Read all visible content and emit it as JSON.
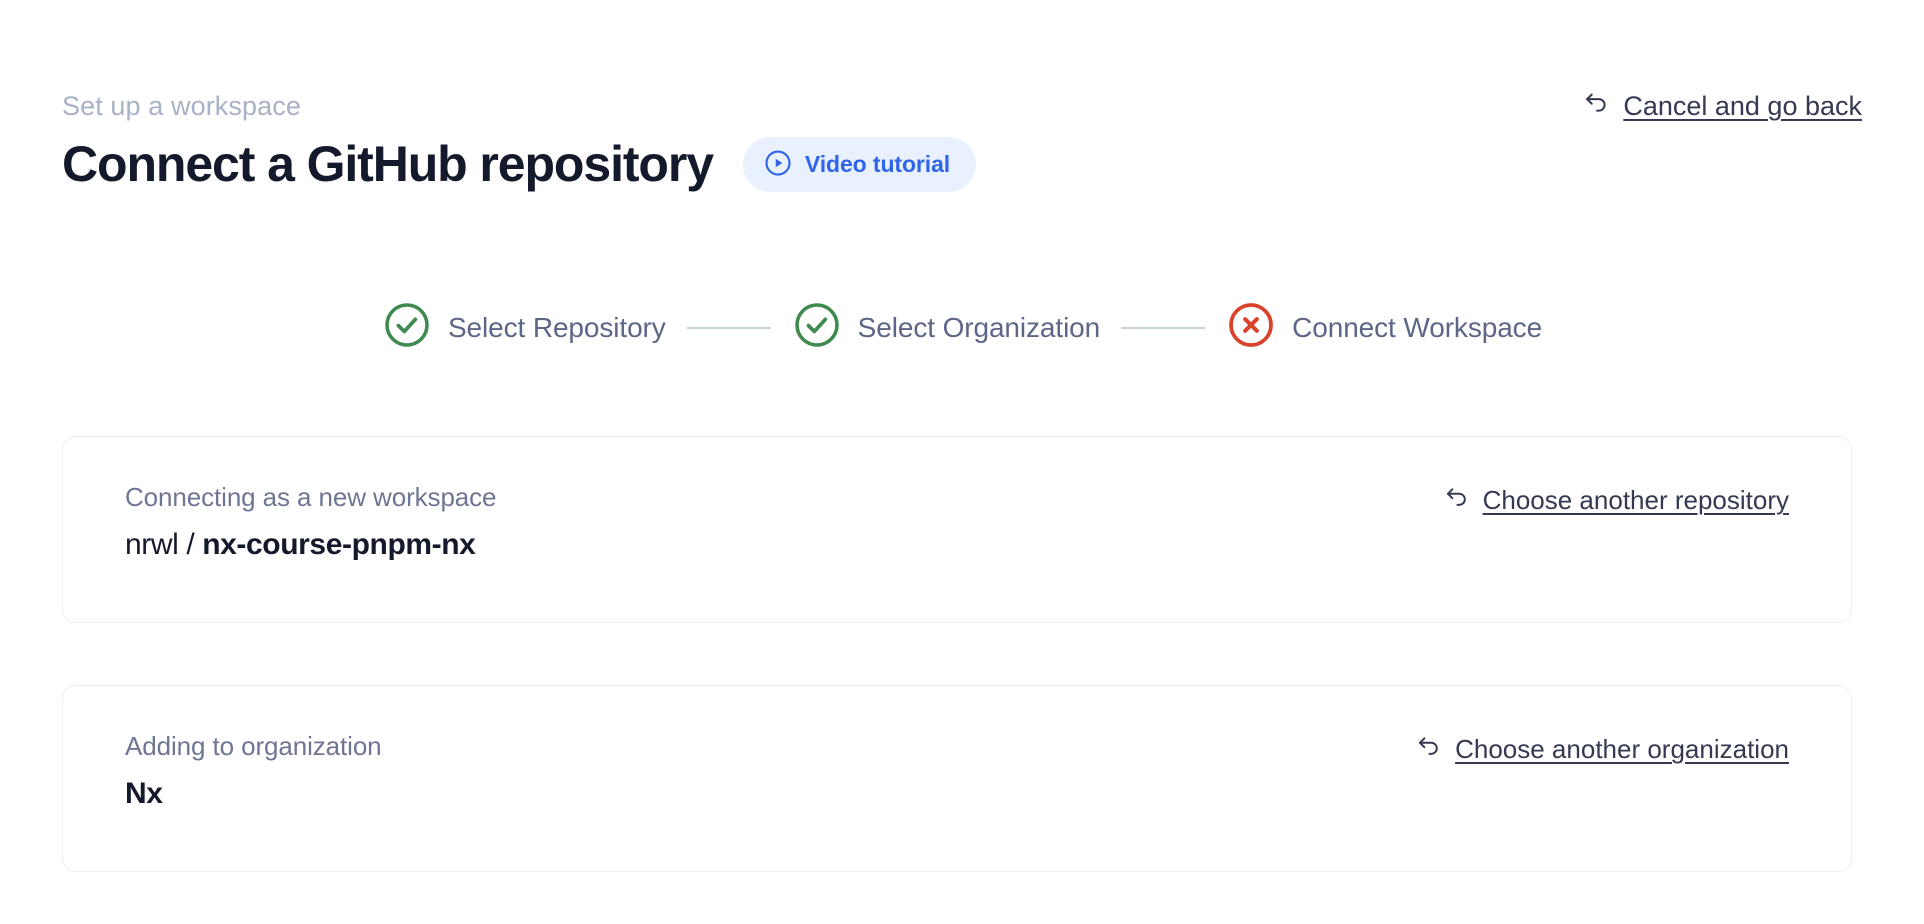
{
  "header": {
    "eyebrow": "Set up a workspace",
    "title": "Connect a GitHub repository",
    "video_badge": {
      "label": "Video tutorial",
      "icon": "play-circle-icon",
      "bg_color": "#e9f0fe",
      "text_color": "#2f65e8"
    },
    "cancel_link": {
      "label": "Cancel and go back",
      "icon": "undo-arrow-icon"
    }
  },
  "stepper": {
    "steps": [
      {
        "label": "Select Repository",
        "state": "complete",
        "icon": "check-circle-icon",
        "color": "#3f8a4e"
      },
      {
        "label": "Select Organization",
        "state": "complete",
        "icon": "check-circle-icon",
        "color": "#3f8a4e"
      },
      {
        "label": "Connect Workspace",
        "state": "error",
        "icon": "x-circle-icon",
        "color": "#d9422b"
      }
    ],
    "connector_color": "#c7cede",
    "label_color": "#5e6687"
  },
  "cards": [
    {
      "caption": "Connecting as a new workspace",
      "owner": "nrwl",
      "separator": " / ",
      "repo": "nx-course-pnpm-nx",
      "link": {
        "label": "Choose another repository",
        "icon": "undo-arrow-icon"
      }
    },
    {
      "caption": "Adding to organization",
      "value": "Nx",
      "link": {
        "label": "Choose another organization",
        "icon": "undo-arrow-icon"
      }
    }
  ],
  "colors": {
    "page_background": "#ffffff",
    "title": "#15192c",
    "eyebrow": "#a8b2c6",
    "card_border": "#eceef4",
    "link": "#353a52"
  }
}
